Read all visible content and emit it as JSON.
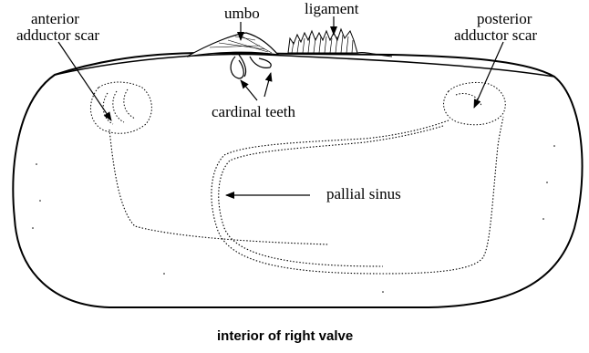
{
  "labels": {
    "anterior_line1": "anterior",
    "anterior_line2": "adductor scar",
    "umbo": "umbo",
    "ligament": "ligament",
    "posterior_line1": "posterior",
    "posterior_line2": "adductor scar",
    "cardinal_teeth": "cardinal teeth",
    "pallial_sinus": "pallial sinus"
  },
  "caption": "interior of right valve"
}
